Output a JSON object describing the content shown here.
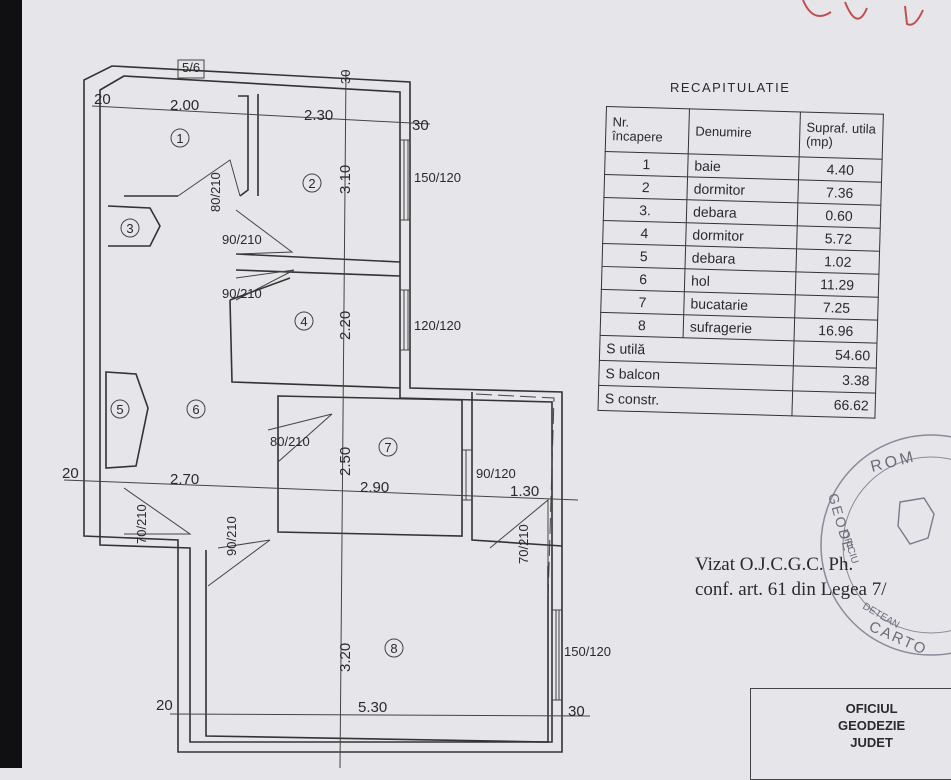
{
  "recap_title": "RECAPITULATIE",
  "table": {
    "headers": {
      "nr": "Nr. încapere",
      "denumire": "Denumire",
      "supraf": "Supraf. utila (mp)"
    },
    "rows": [
      {
        "nr": "1",
        "name": "baie",
        "area": "4.40"
      },
      {
        "nr": "2",
        "name": "dormitor",
        "area": "7.36"
      },
      {
        "nr": "3.",
        "name": "debara",
        "area": "0.60"
      },
      {
        "nr": "4",
        "name": "dormitor",
        "area": "5.72"
      },
      {
        "nr": "5",
        "name": "debara",
        "area": "1.02"
      },
      {
        "nr": "6",
        "name": "hol",
        "area": "11.29"
      },
      {
        "nr": "7",
        "name": "bucatarie",
        "area": "7.25"
      },
      {
        "nr": "8",
        "name": "sufragerie",
        "area": "16.96"
      }
    ],
    "totals": [
      {
        "label": "S utilă",
        "value": "54.60"
      },
      {
        "label": "S balcon",
        "value": "3.38"
      },
      {
        "label": "S constr.",
        "value": "66.62"
      }
    ]
  },
  "vizat": {
    "line1": "Vizat O.J.C.G.C. Ph.",
    "line2": "conf. art. 61 din Legea 7/"
  },
  "stamp": {
    "top": "ROM",
    "left": "GEODE",
    "inner1": "OFICIU",
    "inner2": "DETEAN",
    "bottom": "CARTO"
  },
  "office": {
    "line1": "OFICIUL",
    "line2": "GEODEZIE",
    "line3": "JUDET"
  },
  "plan": {
    "rooms": [
      "1",
      "2",
      "3",
      "4",
      "5",
      "6",
      "7",
      "8"
    ],
    "dims": {
      "d20_top": "20",
      "d200": "2.00",
      "d230": "2.30",
      "d30_top": "30",
      "d30_vert": "30",
      "d310": "3.10",
      "d220": "2.20",
      "d250": "2.50",
      "d320": "3.20",
      "d20_mid": "20",
      "d270": "2.70",
      "d290": "2.90",
      "d130": "1.30",
      "d20_bot": "20",
      "d530": "5.30",
      "d30_bot": "30"
    },
    "openings": {
      "top_vent": "5/6",
      "win2": "150/120",
      "win4": "120/120",
      "win8": "150/120",
      "win7": "90/120",
      "door1": "80/210",
      "door3": "90/210",
      "door4": "90/210",
      "door7": "80/210",
      "door_hol": "70/210",
      "door8": "90/210",
      "door_balc": "70/210"
    }
  }
}
